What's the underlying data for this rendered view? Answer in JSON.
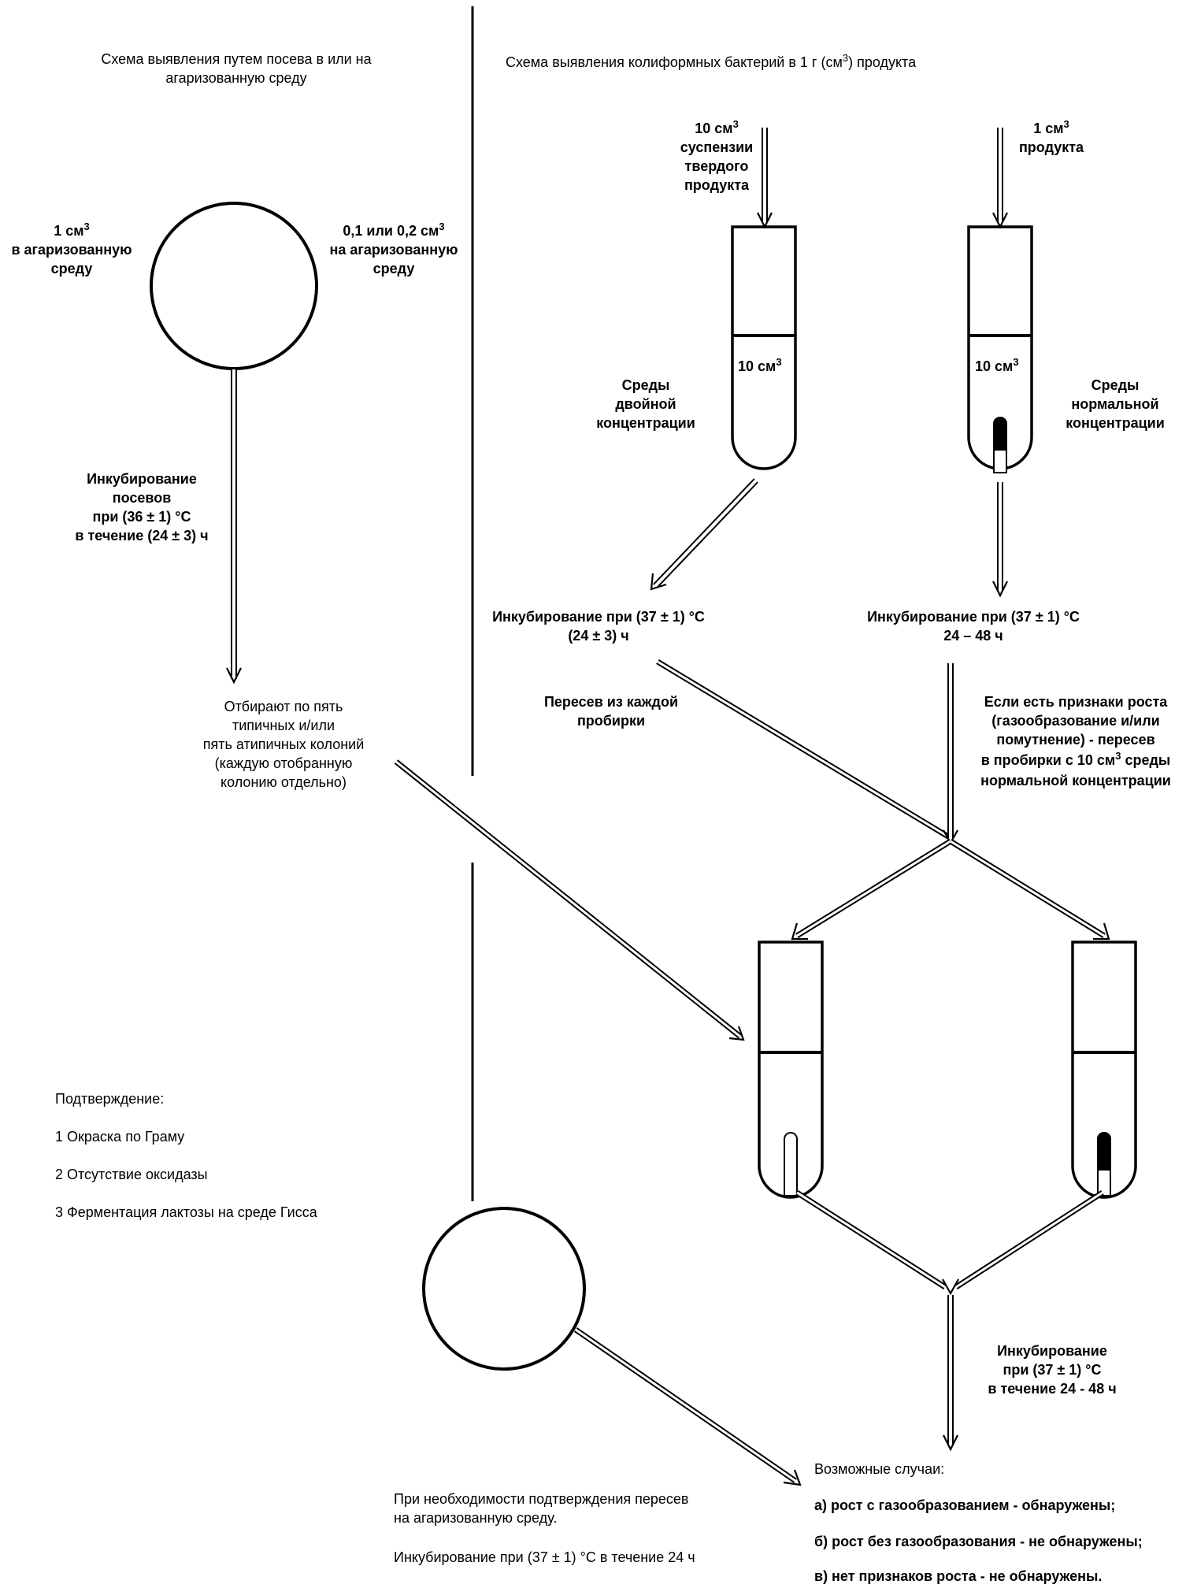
{
  "left": {
    "title_1": "Схема выявления путем посева в или на",
    "title_2": "агаризованную среду",
    "vol_1_num": "1 см",
    "vol_1_exp": "3",
    "vol_1_line2": "в агаризованную",
    "vol_1_line3": "среду",
    "vol_2_num": "0,1 или 0,2 см",
    "vol_2_exp": "3",
    "vol_2_line2": "на агаризованную",
    "vol_2_line3": "среду",
    "incubation_1": "Инкубирование",
    "incubation_2": "посевов",
    "incubation_3": "при (36 ± 1) °С",
    "incubation_4": "в течение (24 ± 3) ч",
    "select_1": "Отбирают по пять",
    "select_2": "типичных и/или",
    "select_3": "пять атипичных колоний",
    "select_4": "(каждую отобранную",
    "select_5": "колонию отдельно)"
  },
  "right": {
    "title_prefix": "Схема выявления колиформных бактерий в 1 г (см",
    "title_exp": "3",
    "title_suffix": ") продукта",
    "susp_1_num": "10 см",
    "susp_1_exp": "3",
    "susp_2": "суспензии",
    "susp_3": "твердого",
    "susp_4": "продукта",
    "prod_1_num": "1 см",
    "prod_1_exp": "3",
    "prod_2": "продукта",
    "tube_vol_a": "10 см",
    "tube_vol_a_exp": "3",
    "tube_vol_b": "10 см",
    "tube_vol_b_exp": "3",
    "double_1": "Среды",
    "double_2": "двойной",
    "double_3": "концентрации",
    "normal_1": "Среды",
    "normal_2": "нормальной",
    "normal_3": "концентрации",
    "inc_left_1": "Инкубирование при (37 ± 1) °С",
    "inc_left_2": "(24 ± 3) ч",
    "inc_right_1": "Инкубирование при (37 ± 1) °С",
    "inc_right_2": "24 – 48 ч",
    "reseed_1": "Пересев из каждой",
    "reseed_2": "пробирки",
    "growth_1": "Если есть признаки роста",
    "growth_2": "(газообразование и/или",
    "growth_3": "помутнение) - пересев",
    "growth_4_prefix": "в пробирки с 10 см",
    "growth_4_exp": "3",
    "growth_4_suffix": " среды",
    "growth_5": "нормальной концентрации",
    "inc_final_1": "Инкубирование",
    "inc_final_2": "при (37 ± 1) °С",
    "inc_final_3": "в течение 24 - 48 ч"
  },
  "confirmation": {
    "title": "Подтверждение:",
    "item_1": "1 Окраска по Граму",
    "item_2": "2 Отсутствие оксидазы",
    "item_3": "3 Ферментация лактозы на среде Гисса"
  },
  "footer": {
    "note_1": "При необходимости подтверждения пересев",
    "note_2": "на агаризованную среду.",
    "note_3": "Инкубирование при (37 ± 1) °С в течение 24 ч"
  },
  "outcomes": {
    "title": "Возможные случаи:",
    "a": "а) рост с газообразованием - обнаружены;",
    "b": "б) рост без газообразования - не обнаружены;",
    "c": "в) нет признаков роста - не обнаружены."
  }
}
